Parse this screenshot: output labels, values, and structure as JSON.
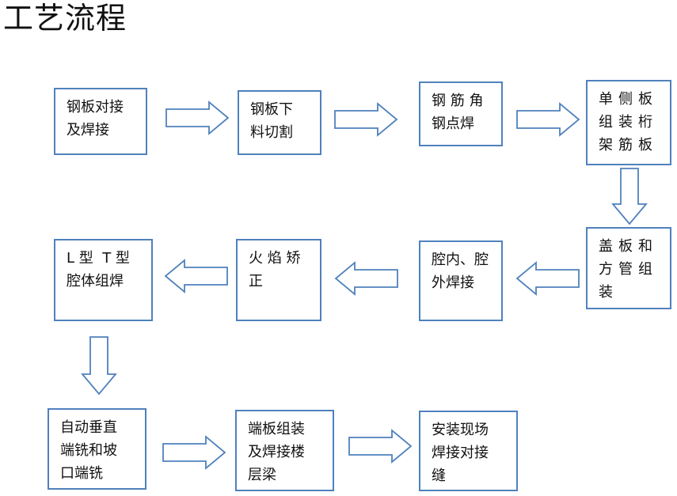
{
  "title": "工艺流程",
  "steps": [
    {
      "id": "s1",
      "lines": [
        "钢板对接",
        "及焊接"
      ]
    },
    {
      "id": "s2",
      "lines": [
        "钢板下",
        "料切割"
      ]
    },
    {
      "id": "s3",
      "lines": [
        "钢 筋 角",
        "钢点焊"
      ]
    },
    {
      "id": "s4",
      "lines": [
        "单侧板",
        "组装桁",
        "架筋板"
      ]
    },
    {
      "id": "s5",
      "lines": [
        "盖板和",
        "方管组",
        "装"
      ]
    },
    {
      "id": "s6",
      "lines": [
        "腔内、腔",
        "外焊接"
      ]
    },
    {
      "id": "s7",
      "lines": [
        "火 焰 矫",
        "正"
      ]
    },
    {
      "id": "s8",
      "lines": [
        "L 型  T 型",
        "腔体组焊"
      ]
    },
    {
      "id": "s9",
      "lines": [
        "自动垂直",
        "端铣和坡",
        "口端铣"
      ]
    },
    {
      "id": "s10",
      "lines": [
        "端板组装",
        "及焊接楼",
        "层梁"
      ]
    },
    {
      "id": "s11",
      "lines": [
        "安装现场",
        "焊接对接",
        "缝"
      ]
    }
  ],
  "flow": [
    [
      "s1",
      "s2"
    ],
    [
      "s2",
      "s3"
    ],
    [
      "s3",
      "s4"
    ],
    [
      "s4",
      "s5"
    ],
    [
      "s5",
      "s6"
    ],
    [
      "s6",
      "s7"
    ],
    [
      "s7",
      "s8"
    ],
    [
      "s8",
      "s9"
    ],
    [
      "s9",
      "s10"
    ],
    [
      "s10",
      "s11"
    ]
  ],
  "colors": {
    "border": "#4f81bd",
    "text": "#111111",
    "background": "#ffffff"
  }
}
